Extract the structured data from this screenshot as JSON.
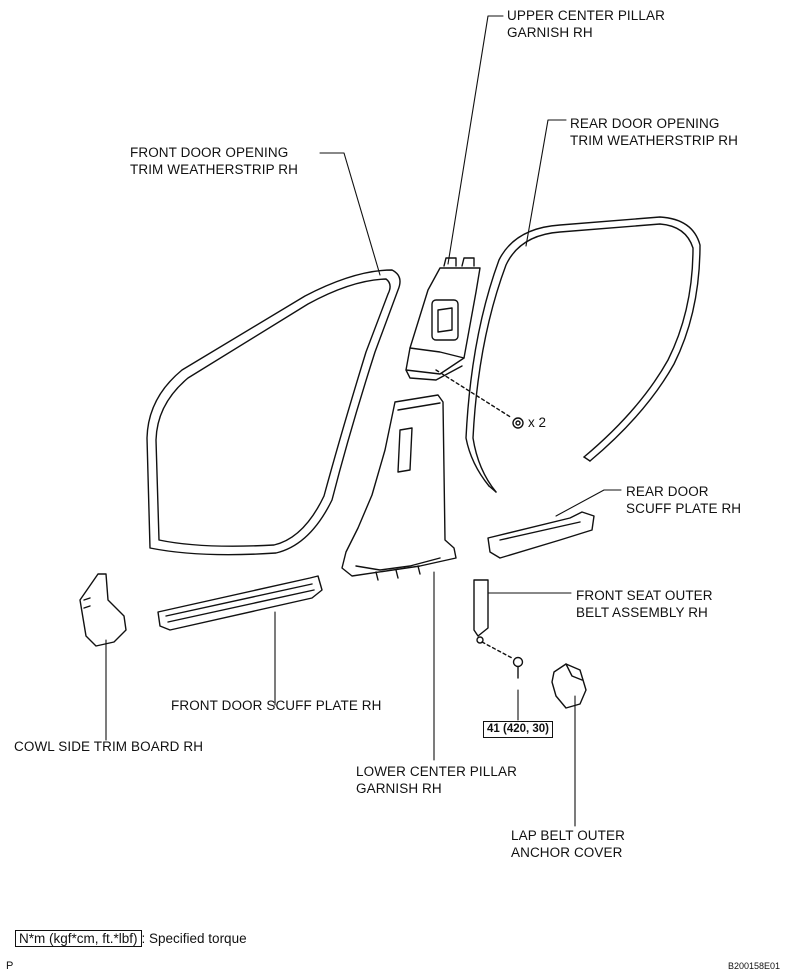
{
  "labels": {
    "upper_center_pillar": [
      "UPPER CENTER PILLAR",
      "GARNISH RH"
    ],
    "rear_door_opening_trim": [
      "REAR DOOR OPENING",
      "TRIM WEATHERSTRIP RH"
    ],
    "front_door_opening_trim": [
      "FRONT DOOR OPENING",
      "TRIM WEATHERSTRIP RH"
    ],
    "rear_door_scuff": [
      "REAR DOOR",
      "SCUFF PLATE RH"
    ],
    "front_seat_belt": [
      "FRONT SEAT OUTER",
      "BELT ASSEMBLY RH"
    ],
    "front_door_scuff": [
      "FRONT DOOR SCUFF PLATE RH"
    ],
    "cowl_side_trim": [
      "COWL SIDE TRIM BOARD RH"
    ],
    "lower_center_pillar": [
      "LOWER CENTER PILLAR",
      "GARNISH RH"
    ],
    "lap_belt_cover": [
      "LAP BELT OUTER",
      "ANCHOR COVER"
    ]
  },
  "clip_quantity": "x 2",
  "torque_value": "41 (420, 30)",
  "legend": {
    "unit": "N*m (kgf*cm, ft.*lbf)",
    "description": ": Specified torque"
  },
  "corner_mark": "P",
  "figure_code": "B200158E01"
}
